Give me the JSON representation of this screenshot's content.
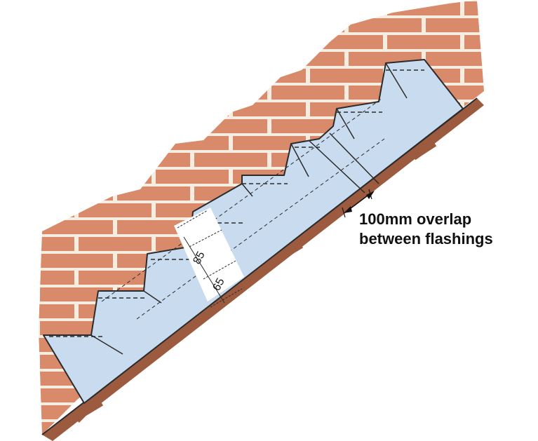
{
  "callout": {
    "line1": "100mm overlap",
    "line2": "between flashings"
  },
  "dimensions": {
    "upper": "85",
    "lower": "65"
  },
  "colors": {
    "brick": "#d98a6a",
    "mortar": "#f6ecdf",
    "flashing": "#c9dcef",
    "outline": "#2b2b2b"
  }
}
